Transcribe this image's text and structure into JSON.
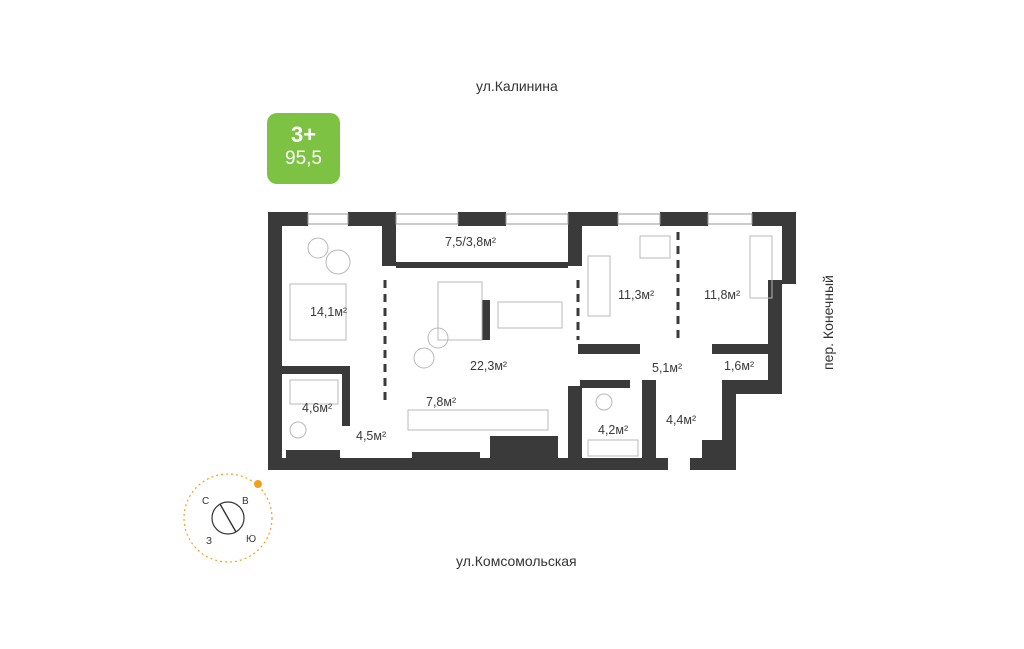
{
  "streets": {
    "top": "ул.Калинина",
    "bottom": "ул.Комсомольская",
    "right": "пер. Конечный"
  },
  "badge": {
    "rooms": "3+",
    "area": "95,5",
    "color": "#7dc243"
  },
  "rooms": [
    {
      "id": "balcony",
      "label": "7,5/3,8м²"
    },
    {
      "id": "bedroom",
      "label": "14,1м²"
    },
    {
      "id": "living",
      "label": "22,3м²"
    },
    {
      "id": "kitchen",
      "label": "7,8м²"
    },
    {
      "id": "room-a",
      "label": "11,3м²"
    },
    {
      "id": "room-b",
      "label": "11,8м²"
    },
    {
      "id": "hall",
      "label": "5,1м²"
    },
    {
      "id": "closet",
      "label": "1,6м²"
    },
    {
      "id": "bath-1",
      "label": "4,6м²"
    },
    {
      "id": "hall-2",
      "label": "4,5м²"
    },
    {
      "id": "bath-2",
      "label": "4,2м²"
    },
    {
      "id": "corridor",
      "label": "4,4м²"
    }
  ],
  "compass": {
    "letters": [
      "С",
      "В",
      "Ю",
      "З"
    ],
    "sun_color": "#f0a020"
  },
  "colors": {
    "wall": "#3a3a3a",
    "accent": "#7dc243"
  }
}
